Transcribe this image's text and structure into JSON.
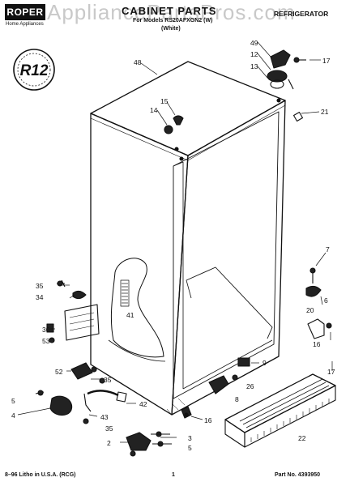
{
  "header": {
    "brand": "ROPER",
    "brand_sub": "Home Appliances",
    "watermark": "AppliancePartsPros.com",
    "title": "CABINET PARTS",
    "model": "For Models RS20AFXGN2 (W)",
    "color": "(White)",
    "category": "REFRIGERATOR"
  },
  "badge": "R12",
  "callouts": [
    "49",
    "12",
    "17",
    "48",
    "13",
    "21",
    "14",
    "15",
    "7",
    "35",
    "34",
    "41",
    "6",
    "30",
    "53",
    "20",
    "9",
    "16",
    "17",
    "52",
    "26",
    "8",
    "35",
    "5",
    "42",
    "4",
    "43",
    "35",
    "16",
    "2",
    "3",
    "5",
    "22"
  ],
  "footer": {
    "print_info": "8–96 Litho in U.S.A. (RCG)",
    "page": "1",
    "part_no": "Part No. 4393950"
  },
  "colors": {
    "ink": "#111111",
    "watermark": "#c9c9c9",
    "paper": "#ffffff"
  }
}
